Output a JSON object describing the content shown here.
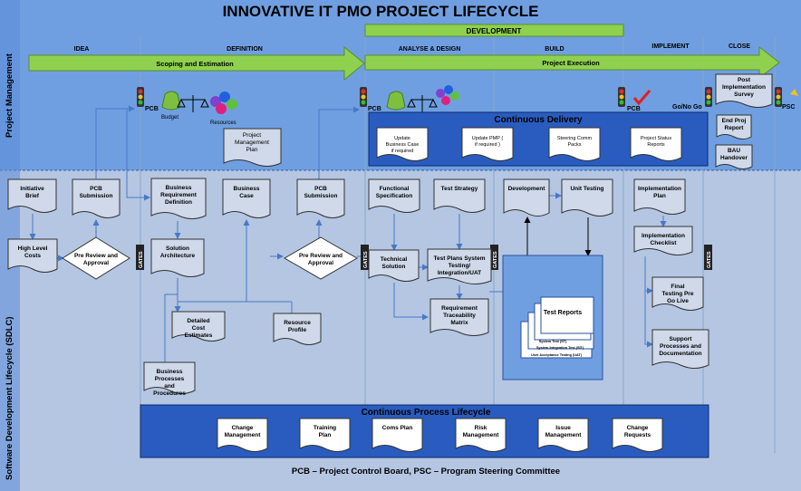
{
  "title": "INNOVATIVE IT PMO PROJECT LIFECYCLE",
  "development_label": "DEVELOPMENT",
  "swimlanes": {
    "project_management": "Project Management",
    "sdlc": "Software Development Lifecycle (SDLC)"
  },
  "phases": {
    "idea": "IDEA",
    "definition": "DEFINITION",
    "analyse_design": "ANALYSE & DESIGN",
    "build": "BUILD",
    "implement": "IMPLEMENT",
    "close": "CLOSE"
  },
  "arrows": {
    "scoping": "Scoping and Estimation",
    "execution": "Project Execution"
  },
  "gate_labels": {
    "pcb": "PCB",
    "budget": "Budget",
    "resources": "Resources",
    "go_no_go": "Go/No Go",
    "psc": "PSC",
    "gates": "GATES"
  },
  "pm_docs": {
    "project_management_plan": "Project Management Plan",
    "post_implementation_survey": "Post Implementation Survey",
    "end_proj_report": "End Proj Report",
    "bau_handover": "BAU Handover"
  },
  "continuous_delivery": {
    "title": "Continuous Delivery",
    "items": [
      "Update Business Case if required",
      "Update PMP ( if required )",
      "Steering Comm Packs",
      "Project Status Reports"
    ]
  },
  "sdlc_docs": {
    "initiative_brief": "Initiative Brief",
    "high_level_costs": "High Level Costs",
    "pcb_submission": "PCB Submission",
    "pre_review_approval": "Pre Review and Approval",
    "business_requirement_definition": "Business Requirement Definition",
    "solution_architecture": "Solution Architecture",
    "business_case": "Business Case",
    "detailed_cost_estimates": "Detailed Cost Estimates",
    "resource_profile": "Resource Profile",
    "business_processes_procedures": "Business Processes and Procedures",
    "functional_specification": "Functional Specification",
    "technical_solution": "Technical Solution",
    "test_strategy": "Test Strategy",
    "test_plans": "Test Plans System Testing/ Integration/UAT",
    "requirement_traceability_matrix": "Requirement Traceability Matrix",
    "development": "Development",
    "unit_testing": "Unit Testing",
    "test_reports": "Test Reports",
    "system_test": "System Test (ST)",
    "system_integration_test": "System Integration Test (SIT)",
    "user_acceptance_testing": "User Acceptance Testing (UAT)",
    "implementation_plan": "Implementation Plan",
    "implementation_checklist": "Implementation Checklist",
    "final_testing": "Final Testing Pre Go Live",
    "support_processes": "Support Processes and Documentation"
  },
  "continuous_process": {
    "title": "Continuous Process Lifecycle",
    "items": [
      "Change Management",
      "Training Plan",
      "Coms Plan",
      "Risk Management",
      "Issue Management",
      "Change Requests"
    ]
  },
  "footer": "PCB – Project  Control Board, PSC – Program Steering Committee",
  "colors": {
    "pm_band": "#6f9fe0",
    "sdlc_band": "#b4c6e2",
    "arrow_green": "#8fd14f",
    "dark_blue": "#2a5cbf",
    "doc_fill": "#cfd9ea"
  }
}
